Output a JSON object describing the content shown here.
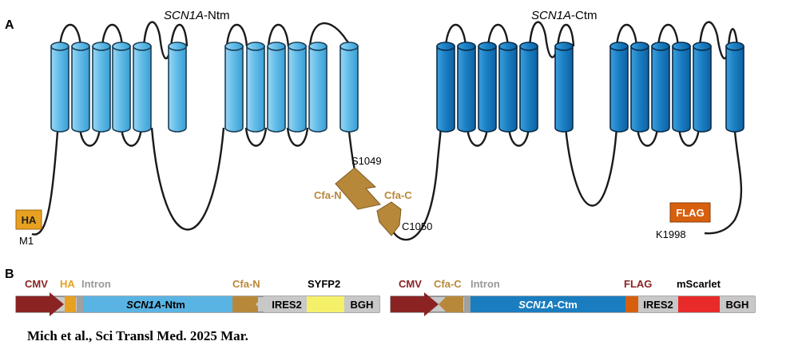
{
  "panel_a": {
    "label": "A",
    "ntm_title_italic": "SCN1A",
    "ntm_title_suffix": "-Ntm",
    "ctm_title_italic": "SCN1A",
    "ctm_title_suffix": "-Ctm",
    "ha_tag": "HA",
    "m1": "M1",
    "s1049": "S1049",
    "cfa_n": "Cfa-N",
    "cfa_c": "Cfa-C",
    "c1050": "C1050",
    "flag_tag": "FLAG",
    "k1998": "K1998",
    "colors": {
      "ntm": "#5ab4e3",
      "ctm": "#1a7dc0",
      "intein": "#b8883a",
      "ha": "#e8a020",
      "flag": "#d7600f"
    }
  },
  "panel_b": {
    "label": "B",
    "top1": {
      "cmv": "CMV",
      "ha": "HA",
      "intron": "Intron",
      "cfa_n": "Cfa-N",
      "syfp2": "SYFP2"
    },
    "bar1": {
      "scn1a": "SCN1A",
      "ntm": "-Ntm",
      "ires2": "IRES2",
      "bgh": "BGH"
    },
    "top2": {
      "cmv": "CMV",
      "cfa_c": "Cfa-C",
      "intron": "Intron",
      "flag": "FLAG",
      "mscarlet": "mScarlet"
    },
    "bar2": {
      "scn1a": "SCN1A",
      "ctm": "-Ctm",
      "ires2": "IRES2",
      "bgh": "BGH"
    },
    "colors": {
      "cmv": "#8b2323",
      "syfp2": "#f5f06a",
      "mscarlet": "#e82a2a",
      "grey": "#c8c8c8"
    }
  },
  "citation": "Mich et al., Sci Transl Med. 2025 Mar."
}
